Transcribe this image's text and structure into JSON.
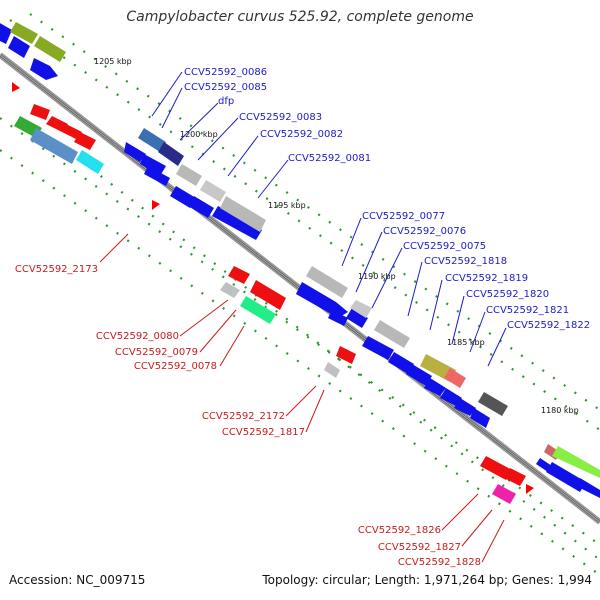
{
  "title": "Campylobacter curvus 525.92, complete genome",
  "accession": "Accession: NC_009715",
  "summary": "Topology: circular; Length: 1,971,264 bp; Genes: 1,994",
  "colors": {
    "backbone": "#7f7f7f",
    "forward_label": "#1c1cc8",
    "reverse_label": "#c81c1c",
    "tick": "#2a9a2a",
    "start_marker": "#ff0000"
  },
  "kbp_labels": [
    "1205 kbp",
    "1200 kbp",
    "1195 kbp",
    "1190 kbp",
    "1185 kbp",
    "1180 kbp"
  ],
  "forward_genes": [
    "CCV52592_0086",
    "CCV52592_0085",
    "dfp",
    "CCV52592_0083",
    "CCV52592_0082",
    "CCV52592_0081",
    "CCV52592_0077",
    "CCV52592_0076",
    "CCV52592_0075",
    "CCV52592_1818",
    "CCV52592_1819",
    "CCV52592_1820",
    "CCV52592_1821",
    "CCV52592_1822"
  ],
  "reverse_genes": [
    "CCV52592_2173",
    "CCV52592_0080",
    "CCV52592_0079",
    "CCV52592_0078",
    "CCV52592_2172",
    "CCV52592_1817",
    "CCV52592_1826",
    "CCV52592_1827",
    "CCV52592_1828"
  ]
}
